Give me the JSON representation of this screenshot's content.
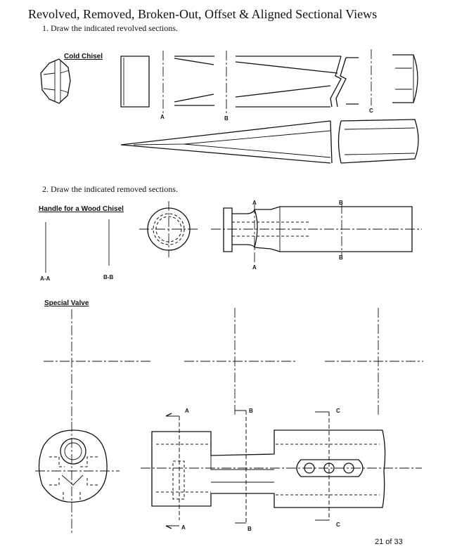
{
  "page": {
    "title": "Revolved, Removed, Broken-Out, Offset & Aligned Sectional Views",
    "page_number": "21 of 33"
  },
  "q1": {
    "instruction": "1.   Draw the indicated revolved sections.",
    "part_label": "Cold Chisel",
    "cuts": [
      "A",
      "B",
      "C"
    ]
  },
  "q2": {
    "instruction": "2.   Draw the indicated removed sections.",
    "part_label": "Handle for a Wood Chisel",
    "section_labels": [
      "A-A",
      "B-B"
    ],
    "cuts": [
      "A",
      "A",
      "B",
      "B"
    ]
  },
  "q3": {
    "part_label": "Special Valve",
    "cuts": [
      "A",
      "A",
      "B",
      "B",
      "C",
      "C"
    ]
  }
}
